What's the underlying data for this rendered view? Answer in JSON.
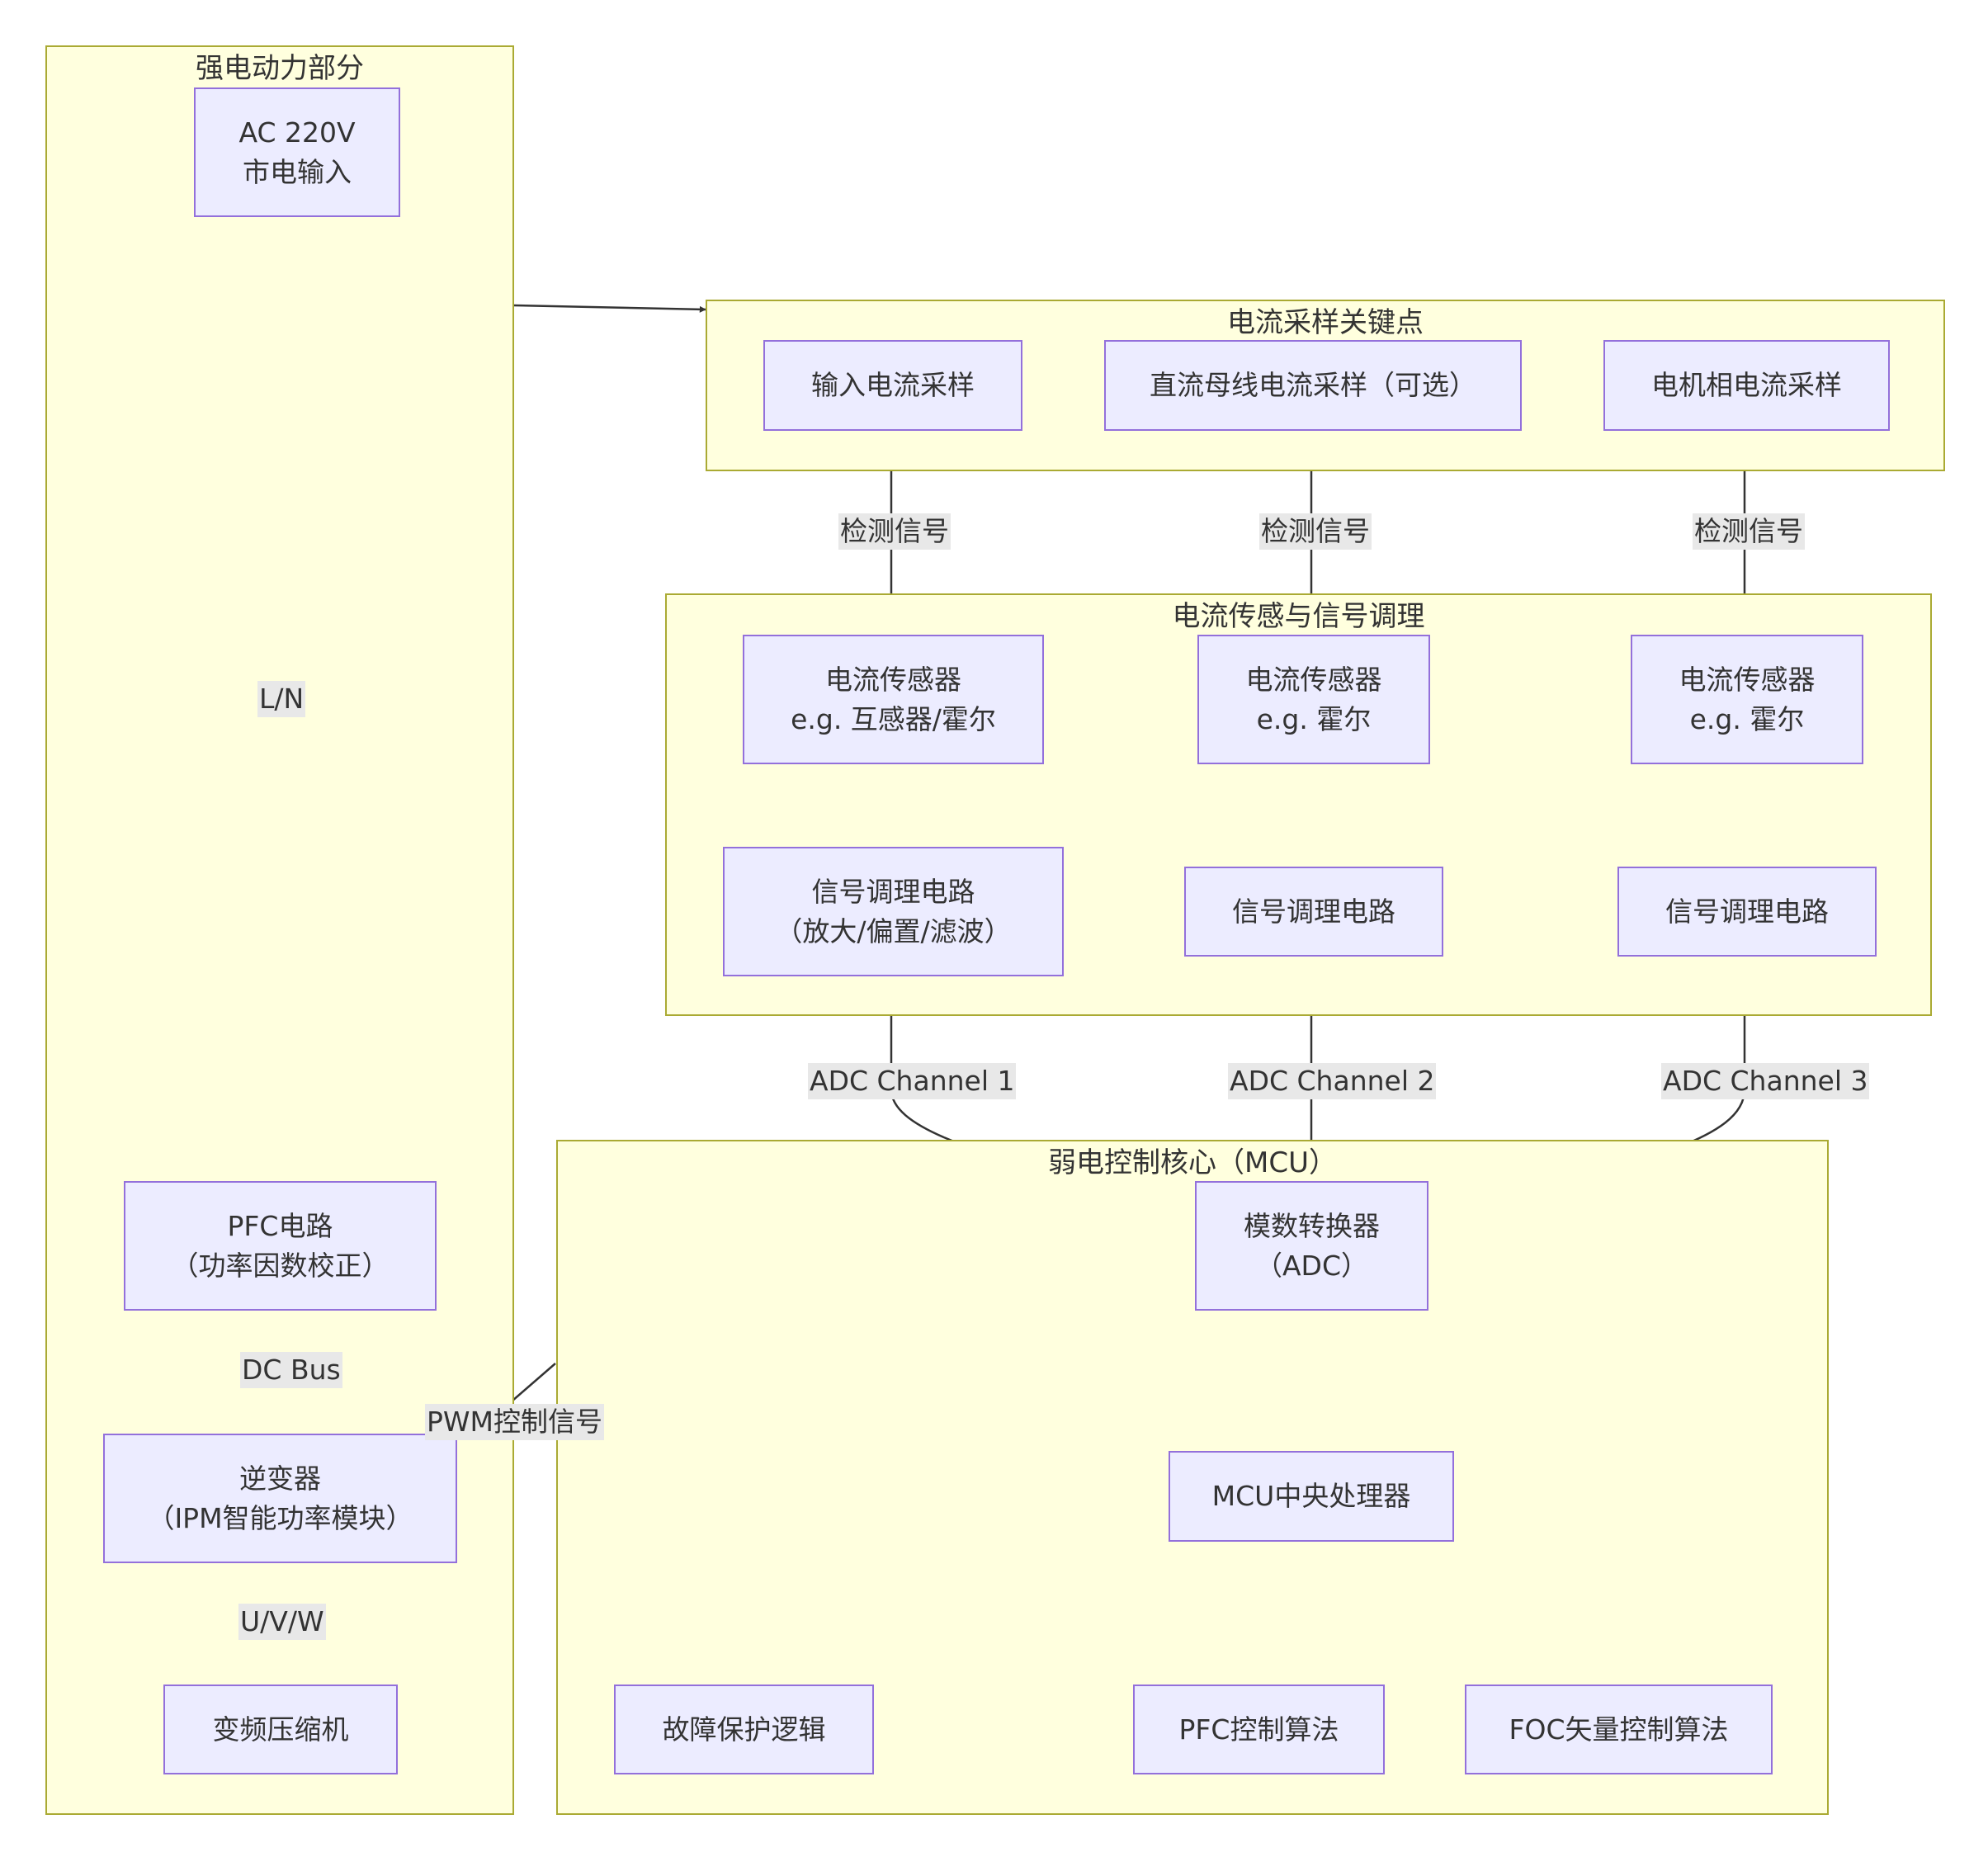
{
  "clusters": {
    "power": "强电动力部分",
    "sampling": "电流采样关键点",
    "sensing": "电流传感与信号调理",
    "mcu": "弱电控制核心（MCU）"
  },
  "nodes": {
    "ac_input": [
      "AC 220V",
      "市电输入"
    ],
    "pfc": [
      "PFC电路",
      "（功率因数校正）"
    ],
    "inverter": [
      "逆变器",
      "（IPM智能功率模块）"
    ],
    "compressor": [
      "变频压缩机"
    ],
    "input_sampling": [
      "输入电流采样"
    ],
    "dcbus_sampling": [
      "直流母线电流采样（可选）"
    ],
    "motor_sampling": [
      "电机相电流采样"
    ],
    "sensor_1": [
      "电流传感器",
      "e.g. 互感器/霍尔"
    ],
    "sensor_2": [
      "电流传感器",
      "e.g. 霍尔"
    ],
    "sensor_3": [
      "电流传感器",
      "e.g. 霍尔"
    ],
    "conditioning_1": [
      "信号调理电路",
      "（放大/偏置/滤波）"
    ],
    "conditioning_2": [
      "信号调理电路"
    ],
    "conditioning_3": [
      "信号调理电路"
    ],
    "adc": [
      "模数转换器",
      "（ADC）"
    ],
    "mcu_cpu": [
      "MCU中央处理器"
    ],
    "fault_protection": [
      "故障保护逻辑"
    ],
    "pfc_algorithm": [
      "PFC控制算法"
    ],
    "foc_algorithm": [
      "FOC矢量控制算法"
    ]
  },
  "edge_labels": {
    "ln": "L/N",
    "dc_bus": "DC Bus",
    "uvw": "U/V/W",
    "pwm": "PWM控制信号",
    "detect_1": "检测信号",
    "detect_2": "检测信号",
    "detect_3": "检测信号",
    "adc_ch1": "ADC Channel 1",
    "adc_ch2": "ADC Channel 2",
    "adc_ch3": "ADC Channel 3"
  },
  "colors": {
    "node_fill": "#ececff",
    "node_border": "#9370db",
    "cluster_fill": "#ffffde",
    "cluster_border": "#aaaa33",
    "edge": "#333333",
    "label_bg": "#e8e8e8"
  }
}
